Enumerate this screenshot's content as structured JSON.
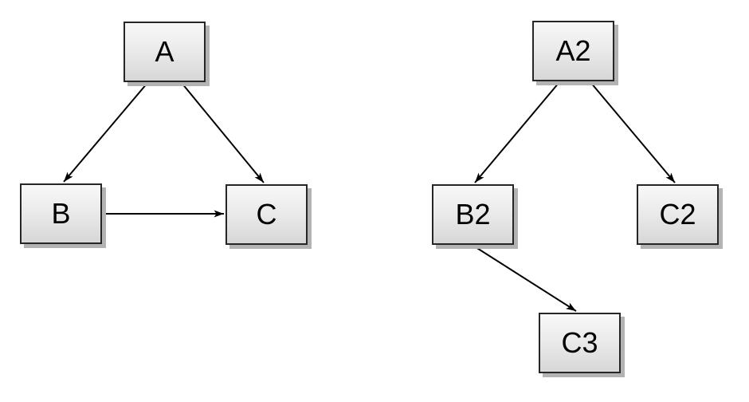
{
  "colors": {
    "background": "#ffffff",
    "node_border": "#262626",
    "node_fill_top": "#f8f8f8",
    "node_fill_bottom": "#d7d7d7",
    "node_shadow": "#b3b3b3",
    "edge": "#000000",
    "text": "#000000"
  },
  "diagrams": [
    {
      "name": "left-graph",
      "nodes": [
        {
          "id": "A",
          "label": "A"
        },
        {
          "id": "B",
          "label": "B"
        },
        {
          "id": "C",
          "label": "C"
        }
      ],
      "edges": [
        {
          "from": "A",
          "to": "B"
        },
        {
          "from": "A",
          "to": "C"
        },
        {
          "from": "B",
          "to": "C"
        }
      ]
    },
    {
      "name": "right-graph",
      "nodes": [
        {
          "id": "A2",
          "label": "A2"
        },
        {
          "id": "B2",
          "label": "B2"
        },
        {
          "id": "C2",
          "label": "C2"
        },
        {
          "id": "C3",
          "label": "C3"
        }
      ],
      "edges": [
        {
          "from": "A2",
          "to": "B2"
        },
        {
          "from": "A2",
          "to": "C2"
        },
        {
          "from": "B2",
          "to": "C3"
        }
      ]
    }
  ]
}
